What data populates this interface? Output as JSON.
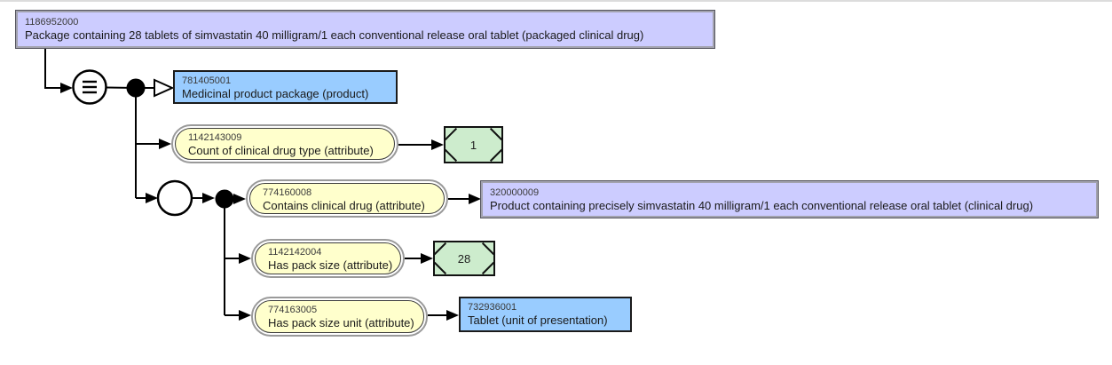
{
  "diagram_type": "snomed-concept-definition-diagram",
  "colors": {
    "defined_concept_fill": "#ccccff",
    "primitive_concept_fill": "#99ccff",
    "attribute_fill": "#ffffcc",
    "concrete_value_fill": "#cdeccd",
    "line_color": "#000000",
    "border_grey": "#9a9a9a"
  },
  "icons": {
    "equivalence_symbol": "≡"
  },
  "nodes": {
    "focus": {
      "id": "1186952000",
      "label": "Package containing 28 tablets of simvastatin 40 milligram/1 each conventional release oral tablet (packaged clinical drug)"
    },
    "isa": {
      "id": "781405001",
      "label": "Medicinal product package (product)"
    },
    "attr_count": {
      "id": "1142143009",
      "label": "Count of clinical drug type (attribute)"
    },
    "val_count": "1",
    "attr_contains": {
      "id": "774160008",
      "label": "Contains clinical drug (attribute)"
    },
    "target_contains": {
      "id": "320000009",
      "label": "Product containing precisely simvastatin 40 milligram/1 each conventional release oral tablet (clinical drug)"
    },
    "attr_packsize": {
      "id": "1142142004",
      "label": "Has pack size (attribute)"
    },
    "val_packsize": "28",
    "attr_packunit": {
      "id": "774163005",
      "label": "Has pack size unit (attribute)"
    },
    "target_packunit": {
      "id": "732936001",
      "label": "Tablet (unit of presentation)"
    }
  }
}
